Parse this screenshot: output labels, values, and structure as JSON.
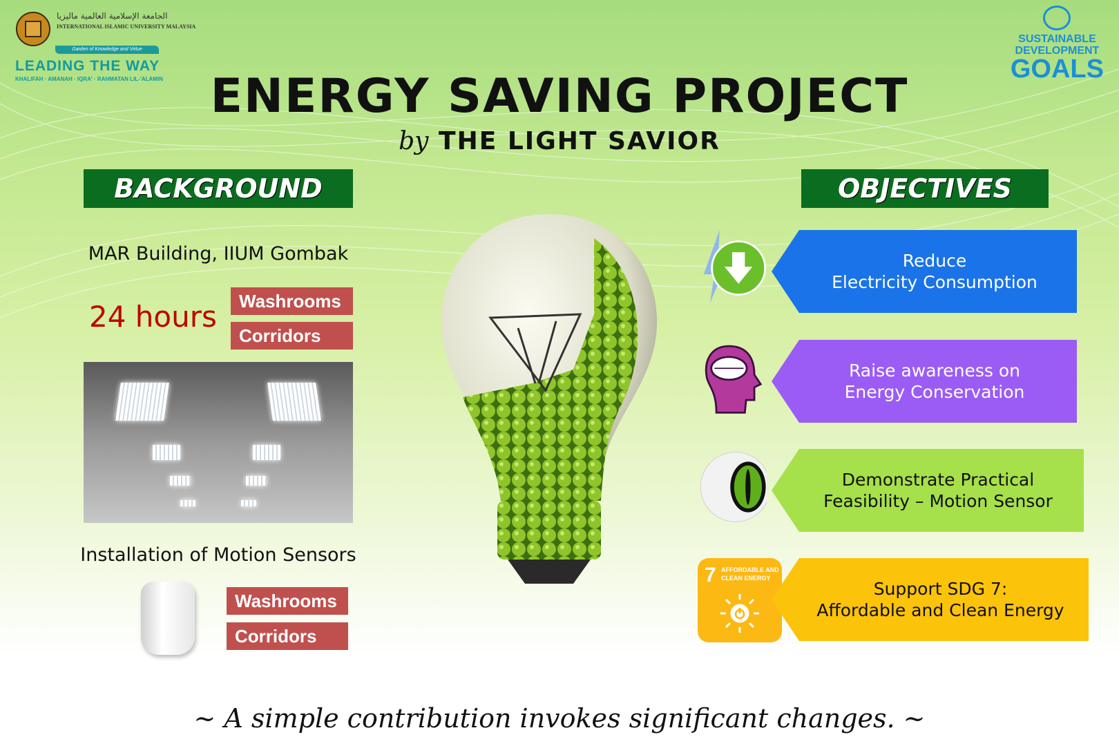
{
  "logo_left": {
    "arabic": "الجامعة الإسلامية العالمية ماليزيا",
    "university": "INTERNATIONAL ISLAMIC UNIVERSITY MALAYSIA",
    "garden": "Garden of Knowledge and Virtue",
    "leading": "LEADING THE WAY",
    "motto": "KHALIFAH · AMANAH · IQRA' · RAHMATAN LIL-'ALAMIN"
  },
  "logo_right": {
    "line1": "SUSTAINABLE",
    "line2": "DEVELOPMENT",
    "line3": "GOALS"
  },
  "title": "ENERGY SAVING PROJECT",
  "subtitle_by": "by",
  "subtitle": "THE LIGHT SAVIOR",
  "background": {
    "heading": "BACKGROUND",
    "location": "MAR Building, IIUM Gombak",
    "hours": "24 hours",
    "areas": [
      "Washrooms",
      "Corridors"
    ],
    "installation": "Installation of Motion Sensors",
    "sensor_areas": [
      "Washrooms",
      "Corridors"
    ]
  },
  "objectives": {
    "heading": "OBJECTIVES",
    "items": [
      {
        "line1": "Reduce",
        "line2": "Electricity Consumption",
        "color": "#1a73e8"
      },
      {
        "line1": "Raise awareness on",
        "line2": "Energy Conservation",
        "color": "#9b5cf5"
      },
      {
        "line1": "Demonstrate Practical",
        "line2": "Feasibility – Motion Sensor",
        "color": "#a6e04a"
      },
      {
        "line1": "Support SDG 7:",
        "line2": "Affordable and Clean Energy",
        "color": "#fcc30b"
      }
    ],
    "sdg7": {
      "number": "7",
      "label1": "AFFORDABLE AND",
      "label2": "CLEAN ENERGY"
    }
  },
  "tagline": "~ A simple contribution invokes significant changes. ~"
}
